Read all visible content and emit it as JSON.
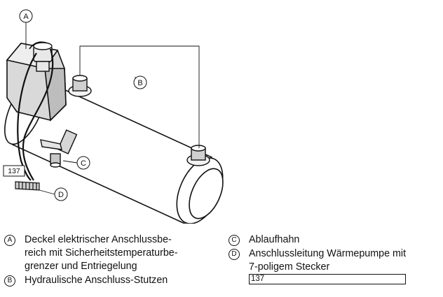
{
  "figure": {
    "callouts": {
      "a": "A",
      "b": "B",
      "c": "C",
      "d": "D"
    },
    "page_reference": "137"
  },
  "legend": {
    "items": [
      {
        "letter": "A",
        "lines": [
          "Deckel elektrischer Anschlussbe-",
          "reich mit Sicherheitstemperaturbe-",
          "grenzer und Entriegelung"
        ]
      },
      {
        "letter": "B",
        "lines": [
          "Hydraulische Anschluss-Stutzen"
        ]
      },
      {
        "letter": "C",
        "lines": [
          "Ablaufhahn"
        ]
      },
      {
        "letter": "D",
        "line1": "Anschlussleitung Wärmepumpe mit",
        "line2_prefix": "7-poligem Stecker",
        "ref": "137"
      }
    ]
  }
}
